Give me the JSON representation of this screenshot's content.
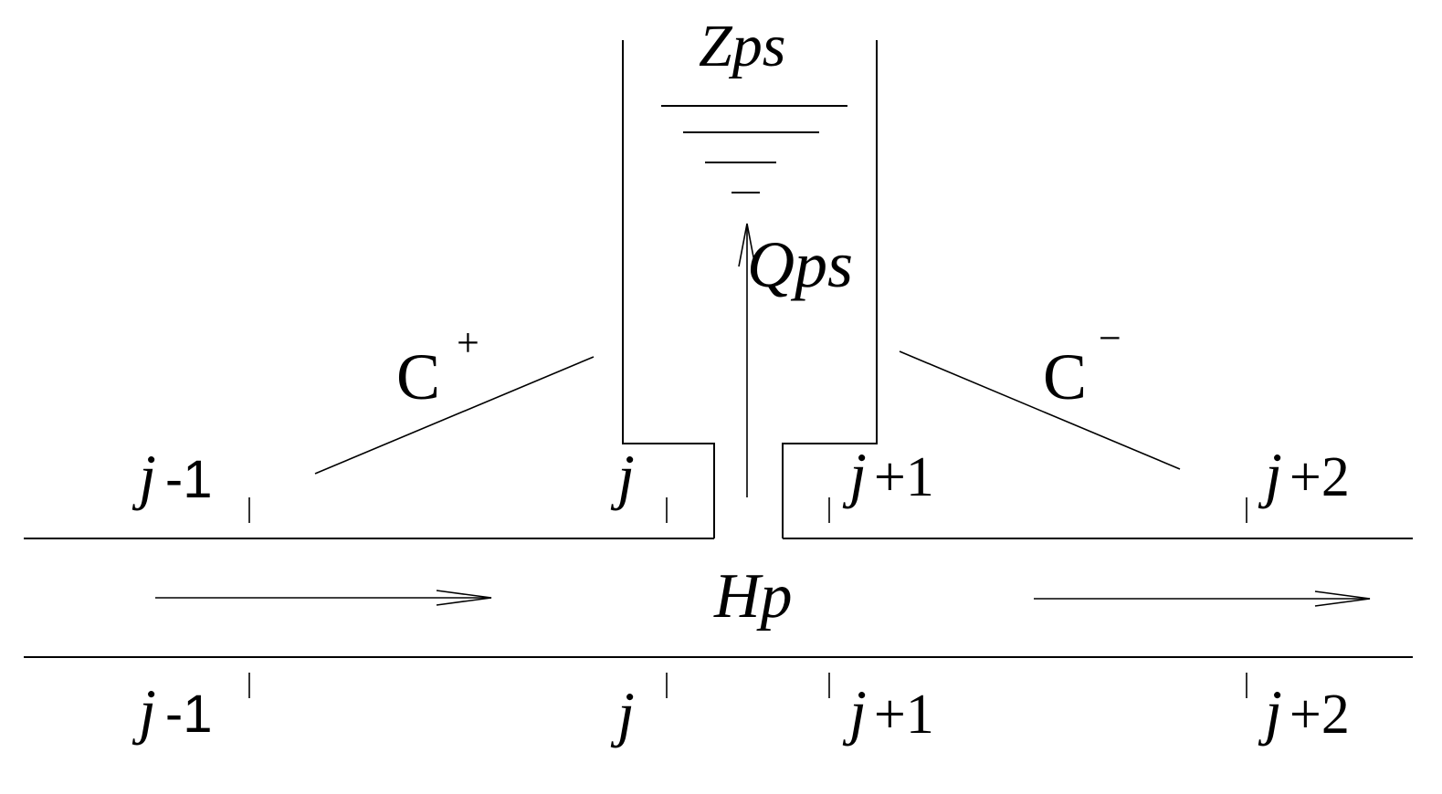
{
  "labels": {
    "surface_level": "Zps",
    "surge_flow": "Qps",
    "junction_head": "Hp",
    "char_plus_letter": "C",
    "char_plus_sup": "+",
    "char_minus_letter": "C",
    "char_minus_sup": "−",
    "j": "j",
    "minus_one": "-1",
    "plus_one": "+1",
    "plus_two": "+2"
  },
  "colors": {
    "stroke": "#000000",
    "background": "#ffffff"
  }
}
